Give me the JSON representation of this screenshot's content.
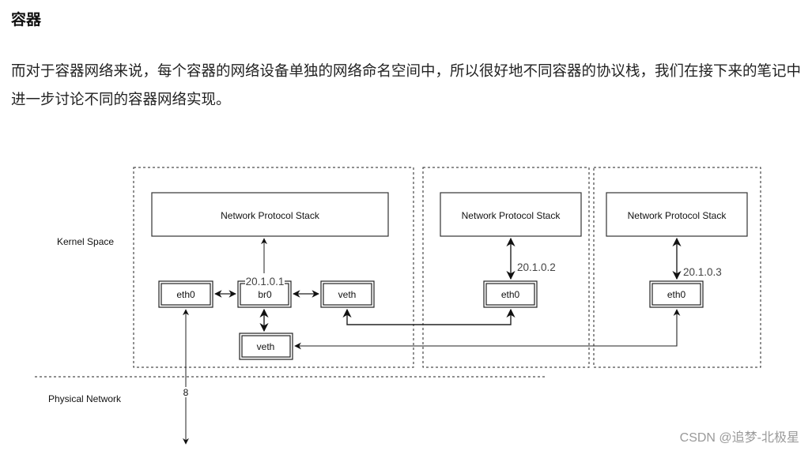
{
  "article": {
    "heading": "容器",
    "paragraph": "而对于容器网络来说，每个容器的网络设备单独的网络命名空间中，所以很好地不同容器的协议栈，我们在接下来的笔记中进一步讨论不同的容器网络实现。"
  },
  "diagram": {
    "regions": {
      "kernel_space": "Kernel Space",
      "physical_network": "Physical Network"
    },
    "host": {
      "stack": "Network Protocol Stack",
      "eth0": "eth0",
      "bridge": "br0",
      "bridge_ip": "20.1.0.1",
      "veth_right": "veth",
      "veth_bottom": "veth",
      "uplink_label": "8"
    },
    "containers": [
      {
        "stack": "Network Protocol Stack",
        "eth0": "eth0",
        "ip": "20.1.0.2"
      },
      {
        "stack": "Network Protocol Stack",
        "eth0": "eth0",
        "ip": "20.1.0.3"
      }
    ]
  },
  "watermark": "CSDN @追梦-北极星"
}
